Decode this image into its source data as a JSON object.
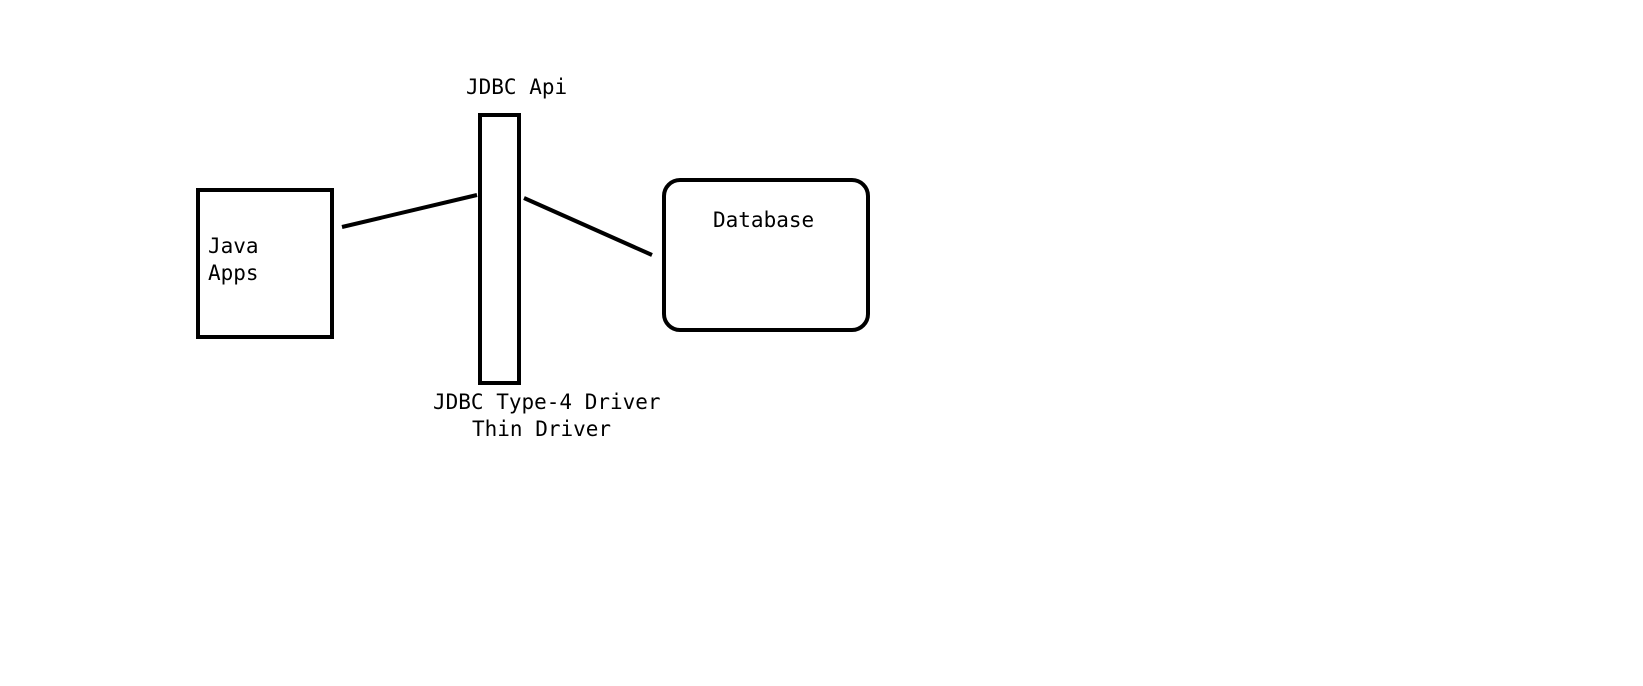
{
  "diagram": {
    "nodes": {
      "java_apps": {
        "lines": [
          "Java",
          "Apps"
        ]
      },
      "jdbc_api_bar": {
        "top_label": "JDBC Api",
        "bottom_lines": [
          "JDBC Type-4 Driver",
          "Thin Driver"
        ]
      },
      "database": {
        "label": "Database"
      }
    },
    "edges": [
      {
        "from": "java_apps",
        "to": "jdbc_api_bar"
      },
      {
        "from": "jdbc_api_bar",
        "to": "database"
      }
    ],
    "colors": {
      "stroke": "#000000",
      "background": "#ffffff"
    }
  }
}
